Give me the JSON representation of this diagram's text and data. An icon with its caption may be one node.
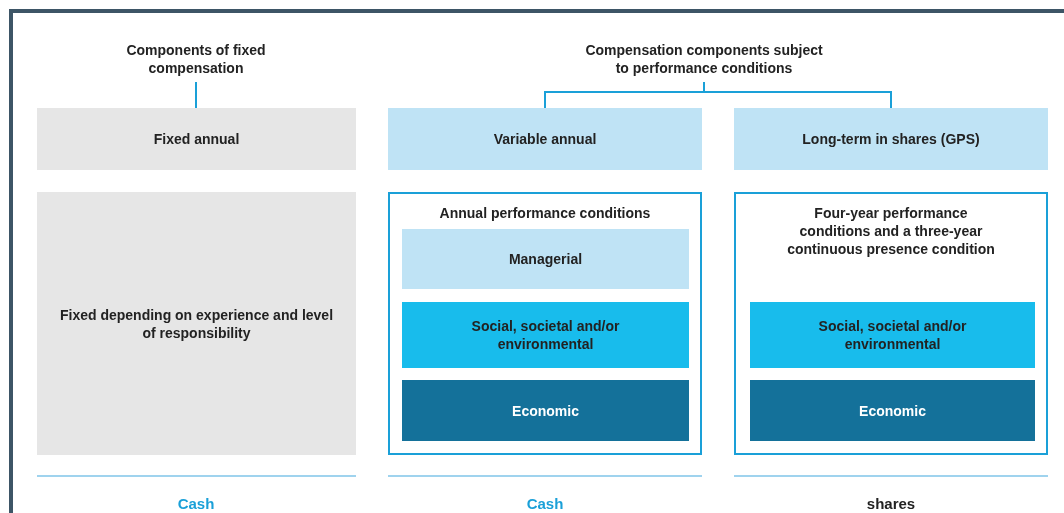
{
  "diagram": {
    "nodes": [
      {
        "text": [
          "Components of fixed compensation"
        ]
      },
      {
        "text": [
          "Fixed annual"
        ]
      },
      {
        "text": [
          "Fixed depending on experience and level of responsibility"
        ]
      },
      {
        "text": [
          "Compensation components subject to performance conditions"
        ]
      },
      {
        "text": [
          "Variable annual"
        ]
      },
      {
        "text": [
          "Long-term in shares (GPS)"
        ]
      },
      {
        "text": [
          "Annual performance conditions"
        ]
      },
      {
        "text": [
          "Managerial"
        ],
        "in": 6
      },
      {
        "text": [
          "Social, societal and/or environmental"
        ],
        "in": 6
      },
      {
        "text": [
          "Economic"
        ],
        "in": 6
      },
      {
        "text": [
          "Four-year performance conditions and a three-year continuous presence condition"
        ]
      },
      {
        "text": [
          "Social, societal and/or environmental"
        ],
        "in": 10
      },
      {
        "text": [
          "Economic"
        ],
        "in": 10
      }
    ],
    "edges": [
      {
        "from": 0,
        "to": 1,
        "arrow": "none"
      },
      {
        "from": 3,
        "to": 4,
        "arrow": "none"
      },
      {
        "from": 3,
        "to": 5,
        "arrow": "none"
      }
    ],
    "labels": [
      "Cash",
      "Cash",
      "shares"
    ]
  }
}
